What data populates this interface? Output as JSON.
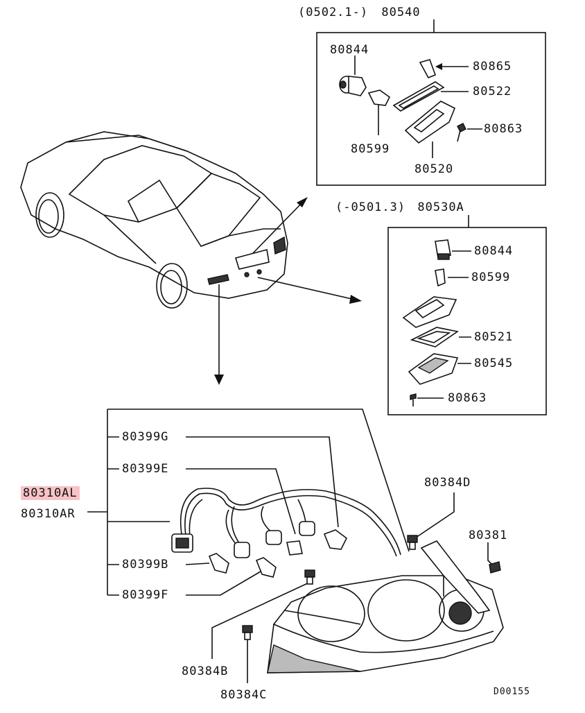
{
  "diagram": {
    "box_top": {
      "header": "(0502.1-)",
      "part": "80540"
    },
    "box_mid": {
      "header": "(-0501.3)",
      "part": "80530A"
    },
    "labels": {
      "p80844_top": "80844",
      "p80865": "80865",
      "p80522": "80522",
      "p80863_top": "80863",
      "p80599_top": "80599",
      "p80520": "80520",
      "p80844_mid": "80844",
      "p80599_mid": "80599",
      "p80521": "80521",
      "p80545": "80545",
      "p80863_mid": "80863",
      "p80399G": "80399G",
      "p80399E": "80399E",
      "p80310AL": "80310AL",
      "p80310AR": "80310AR",
      "p80399B": "80399B",
      "p80399F": "80399F",
      "p80384D": "80384D",
      "p80381": "80381",
      "p80384B": "80384B",
      "p80384C": "80384C",
      "code": "D00155"
    }
  }
}
